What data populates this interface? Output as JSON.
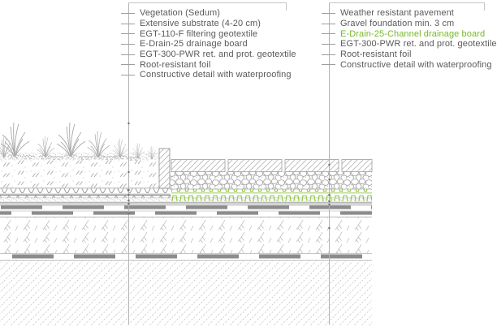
{
  "legend_left": {
    "items": [
      "Vegetation (Sedum)",
      "Extensive substrate (4-20 cm)",
      "EGT-110-F filtering geotextile",
      "E-Drain-25 drainage board",
      "EGT-300-PWR ret. and prot. geotextile",
      "Root-resistant foil",
      "Constructive detail with waterproofing"
    ]
  },
  "legend_right": {
    "items": [
      "Weather resistant pavement",
      "Gravel foundation min. 3 cm",
      "E-Drain-25-Channel drainage board",
      "EGT-300-PWR ret. and prot. geotextile",
      "Root-resistant foil",
      "Constructive detail with waterproofing"
    ],
    "highlight_index": 2
  },
  "colors": {
    "text_gray": "#5a5a5a",
    "accent_green_text": "#76b82a",
    "accent_green_drawing": "#8dc63f",
    "line_light_gray": "#c0c0c0",
    "membrane_gray": "#8c8c8c",
    "hatch_gray": "#b5b5b5"
  }
}
